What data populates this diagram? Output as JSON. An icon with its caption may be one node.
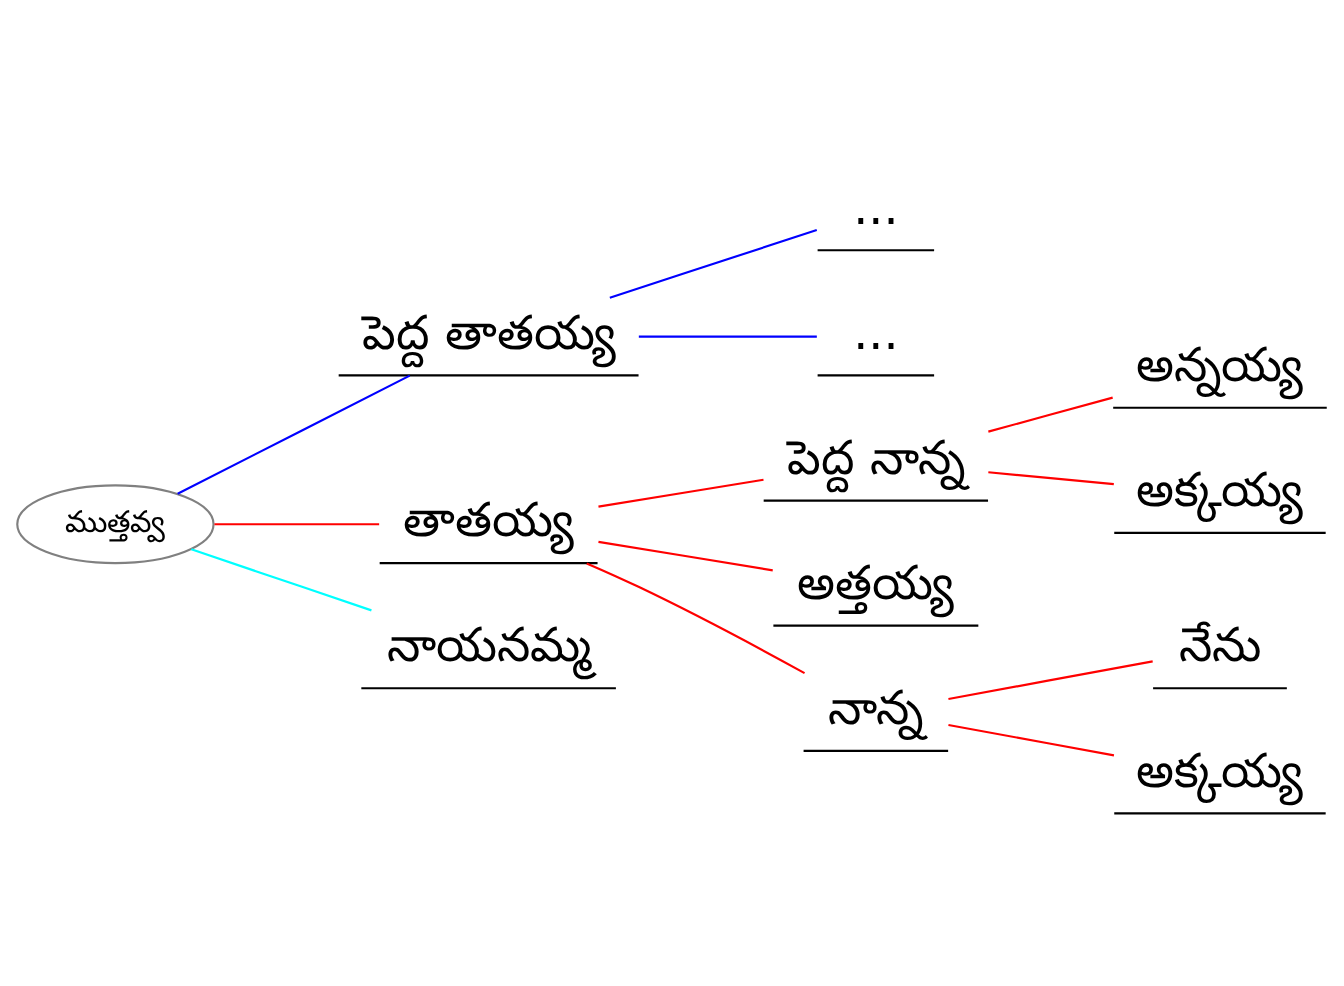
{
  "diagram": {
    "nodes": [
      {
        "text": [
          "ముత్తవ్వ"
        ]
      },
      {
        "text": [
          "పెద్ద తాతయ్య"
        ]
      },
      {
        "text": [
          "..."
        ]
      },
      {
        "text": [
          "..."
        ]
      },
      {
        "text": [
          "తాతయ్య"
        ]
      },
      {
        "text": [
          "పెద్ద నాన్న"
        ]
      },
      {
        "text": [
          "అన్నయ్య"
        ]
      },
      {
        "text": [
          "అక్కయ్య"
        ]
      },
      {
        "text": [
          "అత్తయ్య"
        ]
      },
      {
        "text": [
          "నాన్న"
        ]
      },
      {
        "text": [
          "నేను"
        ]
      },
      {
        "text": [
          "అక్కయ్య"
        ]
      },
      {
        "text": [
          "నాయనమ్మ"
        ]
      }
    ],
    "edges": [
      {
        "from": 0,
        "to": 1,
        "arrow": "none",
        "color": "#0000ff"
      },
      {
        "from": 1,
        "to": 2,
        "arrow": "none",
        "color": "#0000ff"
      },
      {
        "from": 1,
        "to": 3,
        "arrow": "none",
        "color": "#0000ff"
      },
      {
        "from": 0,
        "to": 4,
        "arrow": "none"
      },
      {
        "from": 4,
        "to": 5,
        "arrow": "none"
      },
      {
        "from": 5,
        "to": 6,
        "arrow": "none"
      },
      {
        "from": 5,
        "to": 7,
        "arrow": "none"
      },
      {
        "from": 4,
        "to": 8,
        "arrow": "none"
      },
      {
        "from": 4,
        "to": 9,
        "arrow": "none"
      },
      {
        "from": 9,
        "to": 10,
        "arrow": "none"
      },
      {
        "from": 9,
        "to": 11,
        "arrow": "none"
      },
      {
        "from": 0,
        "to": 12,
        "arrow": "none",
        "color": "#00ffff"
      }
    ]
  }
}
